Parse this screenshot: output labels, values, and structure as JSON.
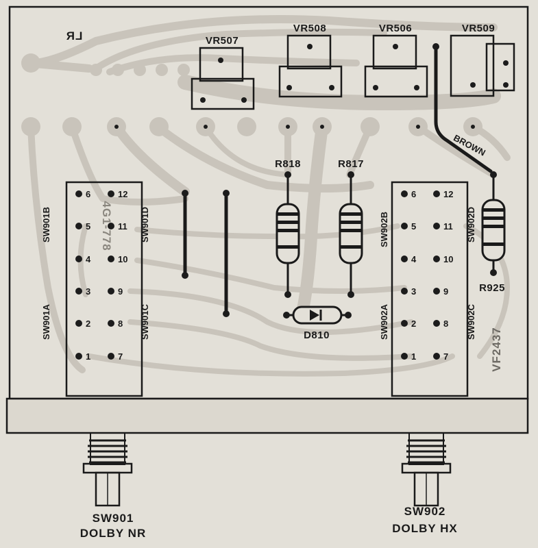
{
  "board": {
    "logo": "LR",
    "silk_text": "VF2437",
    "silk_text_2": "4G1-778",
    "wire_label": "BROWN"
  },
  "pots": [
    "VR507",
    "VR508",
    "VR506",
    "VR509"
  ],
  "resistors": [
    "R818",
    "R817",
    "R925"
  ],
  "diode": "D810",
  "switches": {
    "left": {
      "sections": [
        "SW901A",
        "SW901B",
        "SW901C",
        "SW901D"
      ],
      "pins_left": [
        "6",
        "5",
        "4",
        "3",
        "2",
        "1"
      ],
      "pins_right": [
        "12",
        "11",
        "10",
        "9",
        "8",
        "7"
      ],
      "designator": "SW901",
      "function": "DOLBY NR"
    },
    "right": {
      "sections": [
        "SW902A",
        "SW902B",
        "SW902C",
        "SW902D"
      ],
      "pins_left": [
        "6",
        "5",
        "4",
        "3",
        "2",
        "1"
      ],
      "pins_right": [
        "12",
        "11",
        "10",
        "9",
        "8",
        "7"
      ],
      "designator": "SW902",
      "function": "DOLBY HX"
    }
  },
  "colors": {
    "paper": "#e3e0d8",
    "copper": "#c9c4bb",
    "ink": "#1a1a1a"
  }
}
